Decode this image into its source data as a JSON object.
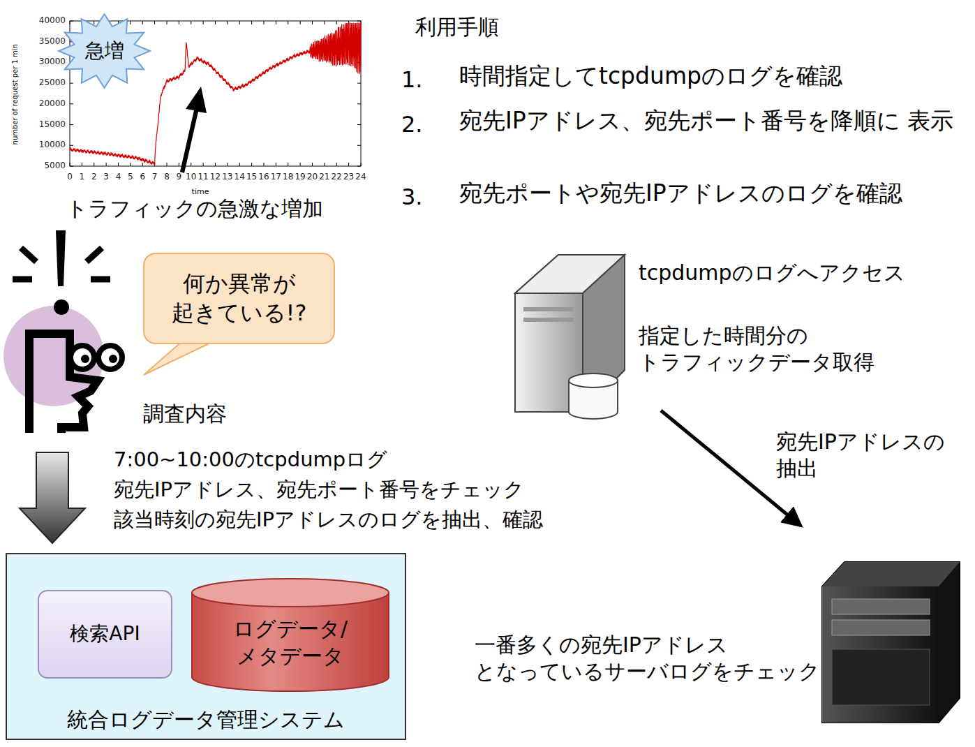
{
  "diagram": {
    "nodes": [
      {
        "text": [
          "急増"
        ]
      },
      {
        "text": [
          "何か異常が 起きている!?"
        ]
      },
      {
        "text": [
          "統合ログデータ管理システム"
        ]
      },
      {
        "text": [
          "検索API"
        ],
        "in": 2
      },
      {
        "text": [
          "ログデータ/ メタデータ"
        ],
        "in": 2
      }
    ],
    "labels": [
      "40000",
      "35000",
      "30000",
      "25000",
      "20000",
      "15000",
      "10000",
      "5000",
      "0",
      "1",
      "2",
      "3",
      "4",
      "5",
      "6",
      "7",
      "8",
      "9",
      "10",
      "11",
      "12",
      "13",
      "14",
      "15",
      "16",
      "17",
      "18",
      "19",
      "20",
      "21",
      "22",
      "23",
      "24",
      "time",
      "number of request per 1 min",
      "トラフィックの急激な増加",
      "利用手順",
      "1.",
      "時間指定してtcpdumpのログを確認",
      "2.",
      "宛先IPアドレス、宛先ポート番号を降順に 表示",
      "3.",
      "宛先ポートや宛先IPアドレスのログを確認",
      "tcpdumpのログへアクセス",
      "指定した時間分の トラフィックデータ取得",
      "調査内容",
      "7:00~10:00のtcpdumpログ",
      "宛先IPアドレス、宛先ポート番号をチェック",
      "該当時刻の宛先IPアドレスのログを抽出、確認",
      "宛先IPアドレスの 抽出",
      "一番多くの宛先IPアドレス となっているサーバログをチェック"
    ]
  }
}
